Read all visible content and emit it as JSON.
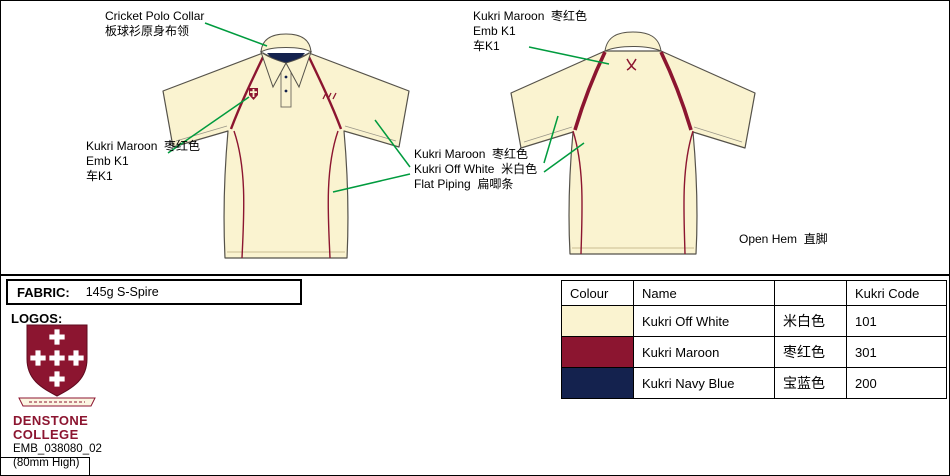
{
  "page": {
    "fabric_label": "FABRIC:",
    "fabric_value": "145g S-Spire",
    "logos_label": "LOGOS:"
  },
  "annotations": {
    "collar_line1": "Cricket Polo Collar",
    "collar_line2": "板球衫原身布领",
    "back_emb_line1": "Kukri Maroon  枣红色",
    "back_emb_line2": "Emb K1",
    "back_emb_line3": "车K1",
    "front_emb_line1": "Kukri Maroon  枣红色",
    "front_emb_line2": "Emb K1",
    "front_emb_line3": "车K1",
    "piping_line1": "Kukri Maroon  枣红色",
    "piping_line2": "Kukri Off White  米白色",
    "piping_line3": "Flat Piping  扁唧条",
    "open_hem": "Open Hem  直脚"
  },
  "logo": {
    "college_name_line1": "DENSTONE",
    "college_name_line2": "COLLEGE",
    "emb_code": "EMB_038080_02",
    "emb_height": "(80mm High)"
  },
  "color_table": {
    "headers": {
      "colour": "Colour",
      "name": "Name",
      "cn": "",
      "code": "Kukri Code"
    },
    "rows": [
      {
        "swatch_color": "#FAF3D0",
        "name": "Kukri Off White",
        "cn": "米白色",
        "code": "101"
      },
      {
        "swatch_color": "#8C1530",
        "name": "Kukri Maroon",
        "cn": "枣红色",
        "code": "301"
      },
      {
        "swatch_color": "#14224E",
        "name": "Kukri Navy Blue",
        "cn": "宝蓝色",
        "code": "200"
      }
    ]
  },
  "colors": {
    "cream": "#FAF3D0",
    "maroon": "#8C1530",
    "navy": "#14224E",
    "annotation_green": "#009B3E"
  }
}
